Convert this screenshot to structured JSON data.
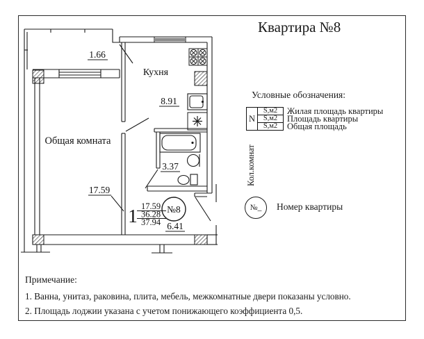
{
  "title": "Квартира №8",
  "plan": {
    "loggia": {
      "area": "1.66"
    },
    "kitchen": {
      "label": "Кухня",
      "area": "8.91"
    },
    "living_room": {
      "label": "Общая комната",
      "area": "17.59"
    },
    "bathroom": {
      "area": "3.37"
    },
    "hall": {
      "area": "6.41"
    },
    "apartment_number": "№8",
    "summary": {
      "rooms_count": "1",
      "living_area": "17.59",
      "apartment_area": "36.28",
      "total_area": "37.94"
    }
  },
  "legend": {
    "heading": "Условные обозначения:",
    "table": {
      "rooms_col_header": "N",
      "rooms_col_vertical_label": "Кол.комнат",
      "rows": [
        {
          "cell": "S,м2",
          "label": "Жилая площадь квартиры"
        },
        {
          "cell": "S,м2",
          "label": "Площадь квартиры"
        },
        {
          "cell": "S,м2",
          "label": "Общая площадь"
        }
      ]
    },
    "apartment_number_symbol": "№_",
    "apartment_number_label": "Номер квартиры"
  },
  "notes": {
    "heading": "Примечание:",
    "items": [
      "1. Ванна, унитаз, раковина, плита, мебель, межкомнатные двери  показаны условно.",
      "2. Площадь лоджии указана с учетом понижающего коэффициента 0,5."
    ]
  },
  "colors": {
    "ink": "#1a1a1a",
    "paper": "#ffffff",
    "window_glass": "#8c8c8c"
  }
}
